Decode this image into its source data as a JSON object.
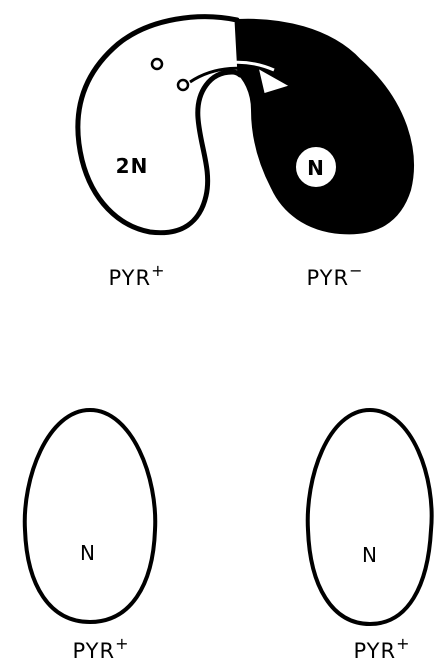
{
  "top_cell": {
    "left_nucleus": "2N",
    "right_nucleus": "N",
    "left_label": "PYR",
    "left_label_sup": "+",
    "right_label": "PYR",
    "right_label_sup": "−"
  },
  "bottom_cells": [
    {
      "nucleus": "N",
      "label": "PYR",
      "label_sup": "+"
    },
    {
      "nucleus": "N",
      "label": "PYR",
      "label_sup": "+"
    }
  ],
  "colors": {
    "ink": "#000000",
    "paper": "#ffffff"
  }
}
